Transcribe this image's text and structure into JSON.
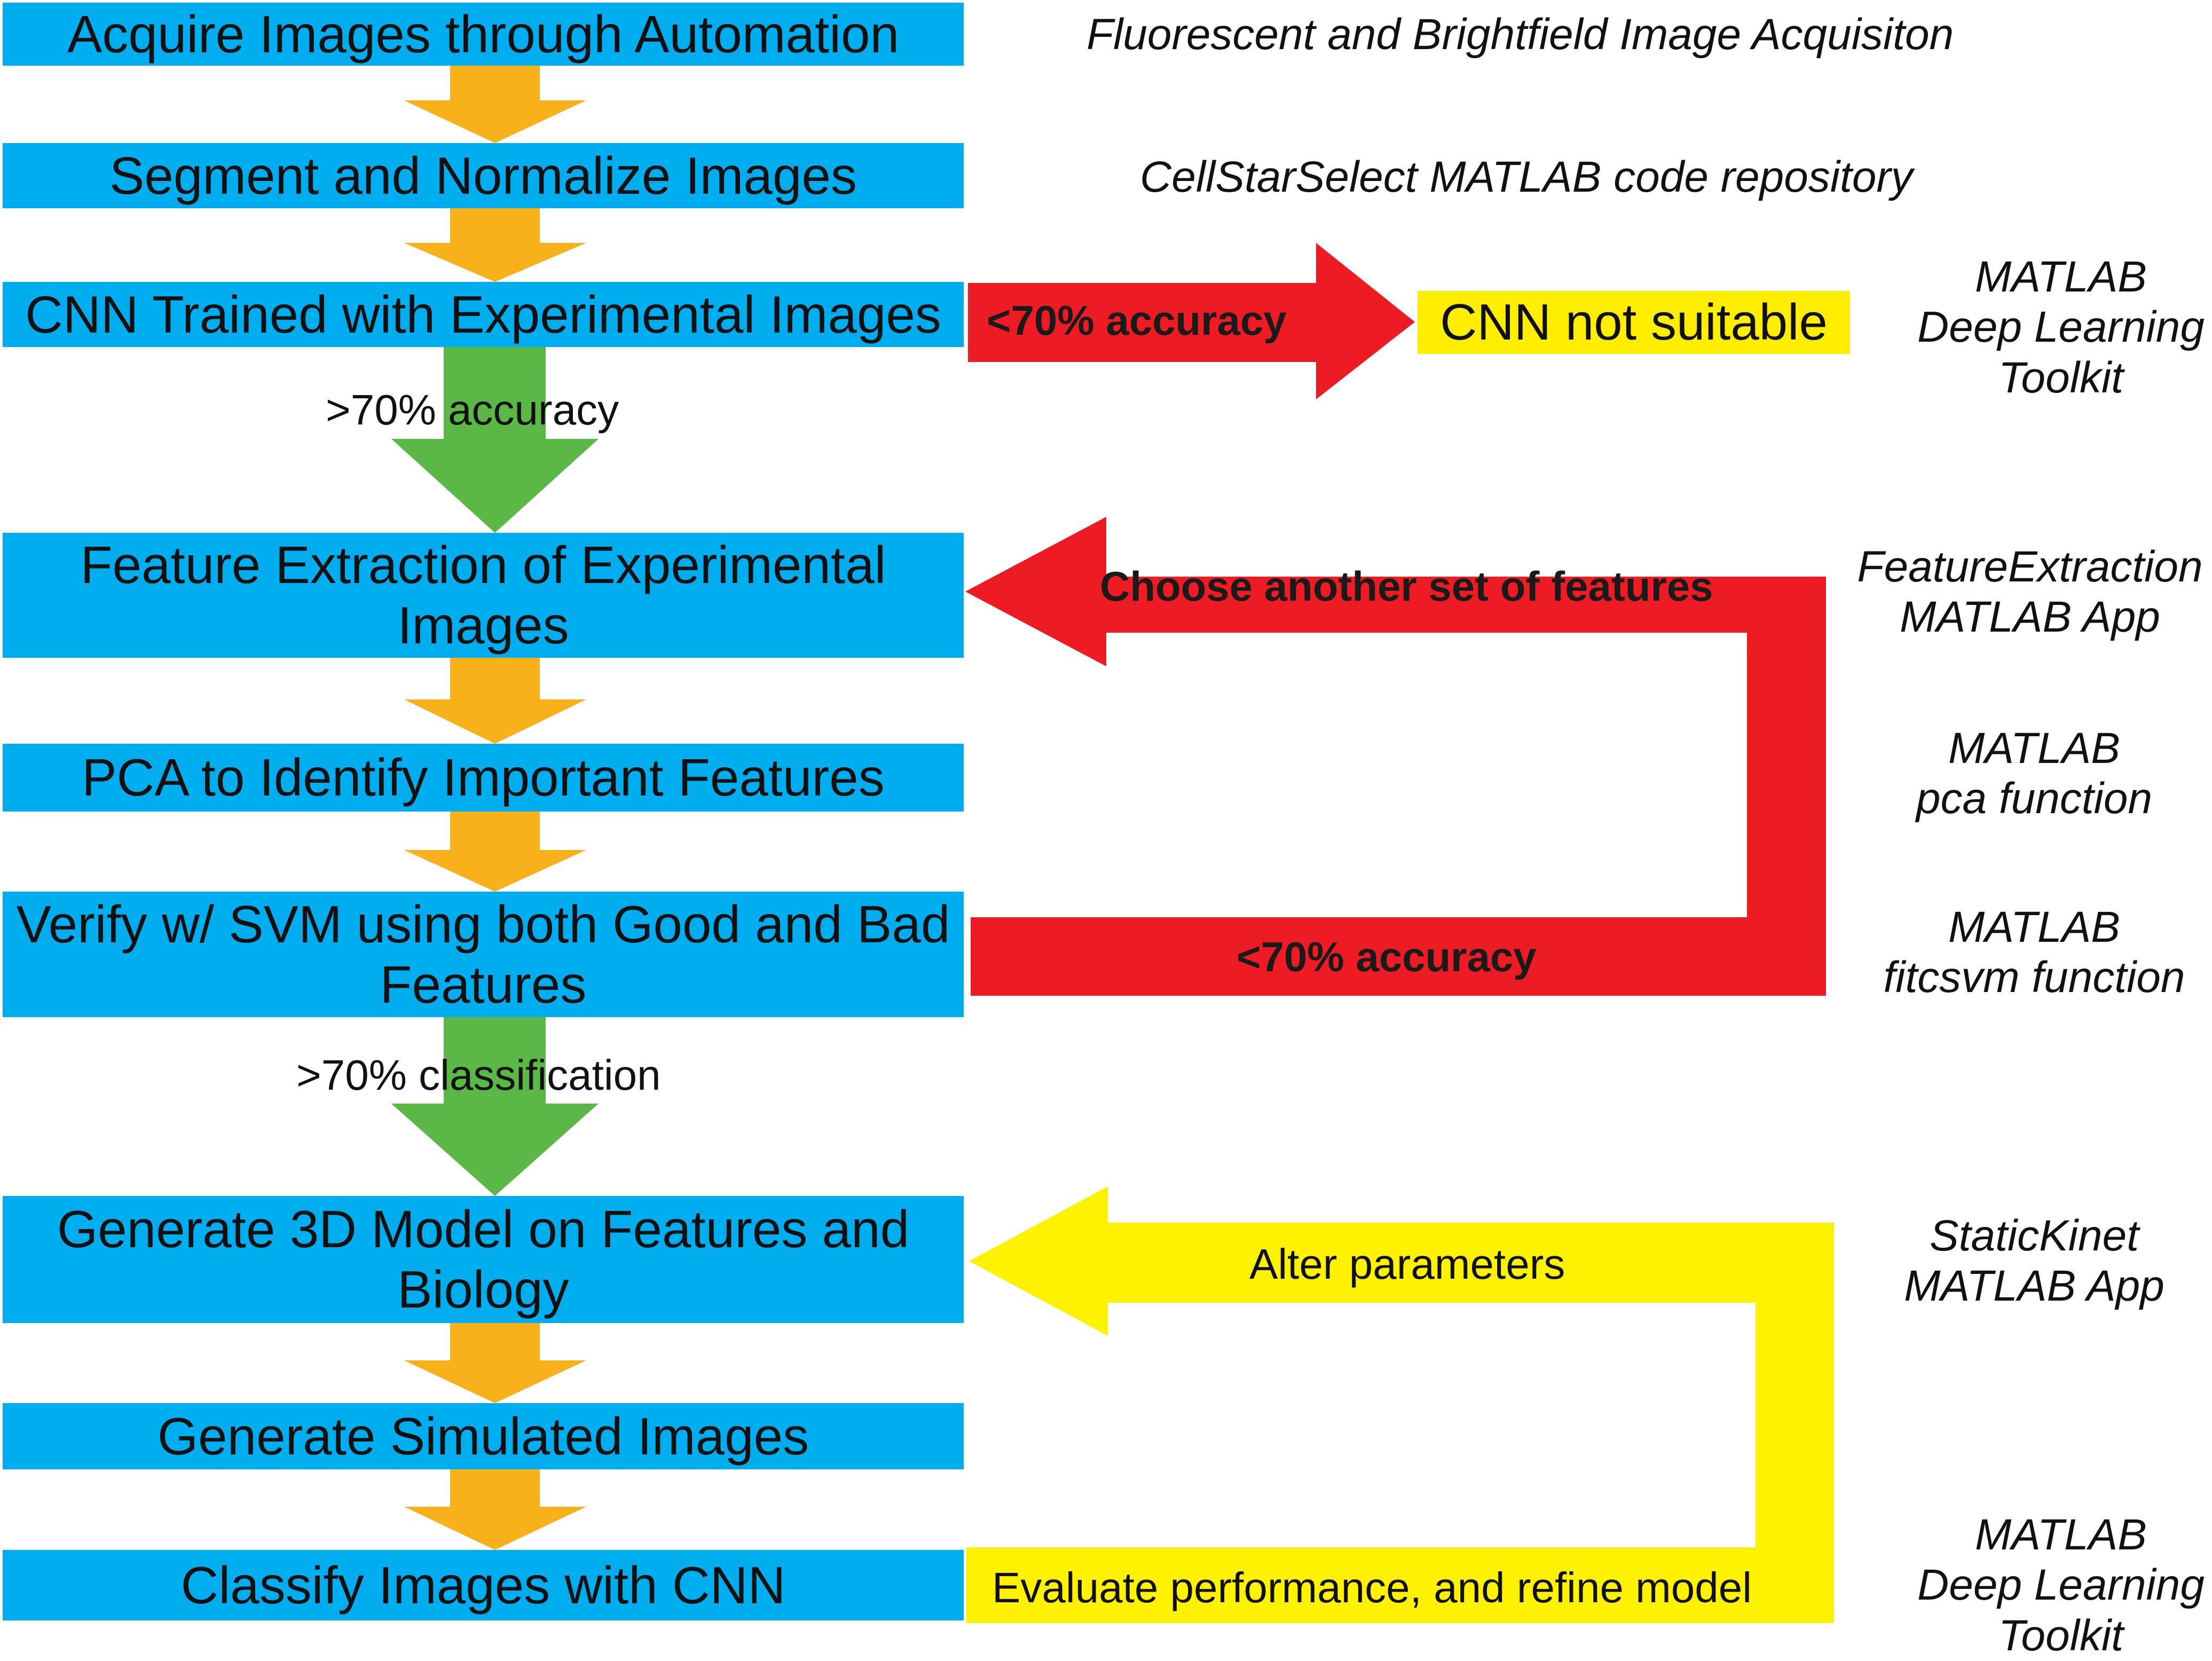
{
  "steps": [
    {
      "label": "Acquire Images through Automation"
    },
    {
      "label": "Segment and Normalize Images"
    },
    {
      "label": "CNN Trained with Experimental Images"
    },
    {
      "label": "Feature Extraction of Experimental Images"
    },
    {
      "label": "PCA to Identify Important Features"
    },
    {
      "label": "Verify w/ SVM using both Good and Bad Features"
    },
    {
      "label": "Generate 3D Model on Features and Biology"
    },
    {
      "label": "Generate Simulated Images"
    },
    {
      "label": "Classify Images with CNN"
    }
  ],
  "tools": {
    "acquisition": "Fluorescent and Brightfield Image Acquisiton",
    "segmentation": "CellStarSelect MATLAB code repository",
    "cnn_training": [
      "MATLAB",
      "Deep Learning",
      "Toolkit"
    ],
    "feature_extraction": [
      "FeatureExtraction",
      "MATLAB App"
    ],
    "pca": [
      "MATLAB",
      "pca function"
    ],
    "svm": [
      "MATLAB",
      "fitcsvm function"
    ],
    "model": [
      "StaticKinet",
      "MATLAB App"
    ],
    "classify": [
      "MATLAB",
      "Deep Learning",
      "Toolkit"
    ]
  },
  "conditions": {
    "cnn_pass": ">70% accuracy",
    "cnn_fail": "<70% accuracy",
    "cnn_not_suitable": "CNN not suitable",
    "svm_pass": ">70% classification",
    "svm_fail": "<70% accuracy",
    "svm_loop": "Choose another set of features",
    "model_loop": "Alter parameters",
    "evaluate": "Evaluate performance, and refine model"
  },
  "colors": {
    "step_box": "#00adee",
    "down_arrow": "#f8b11b",
    "pass_arrow": "#5bb846",
    "fail_arrow": "#ed1c24",
    "refine_arrow": "#fff200"
  }
}
